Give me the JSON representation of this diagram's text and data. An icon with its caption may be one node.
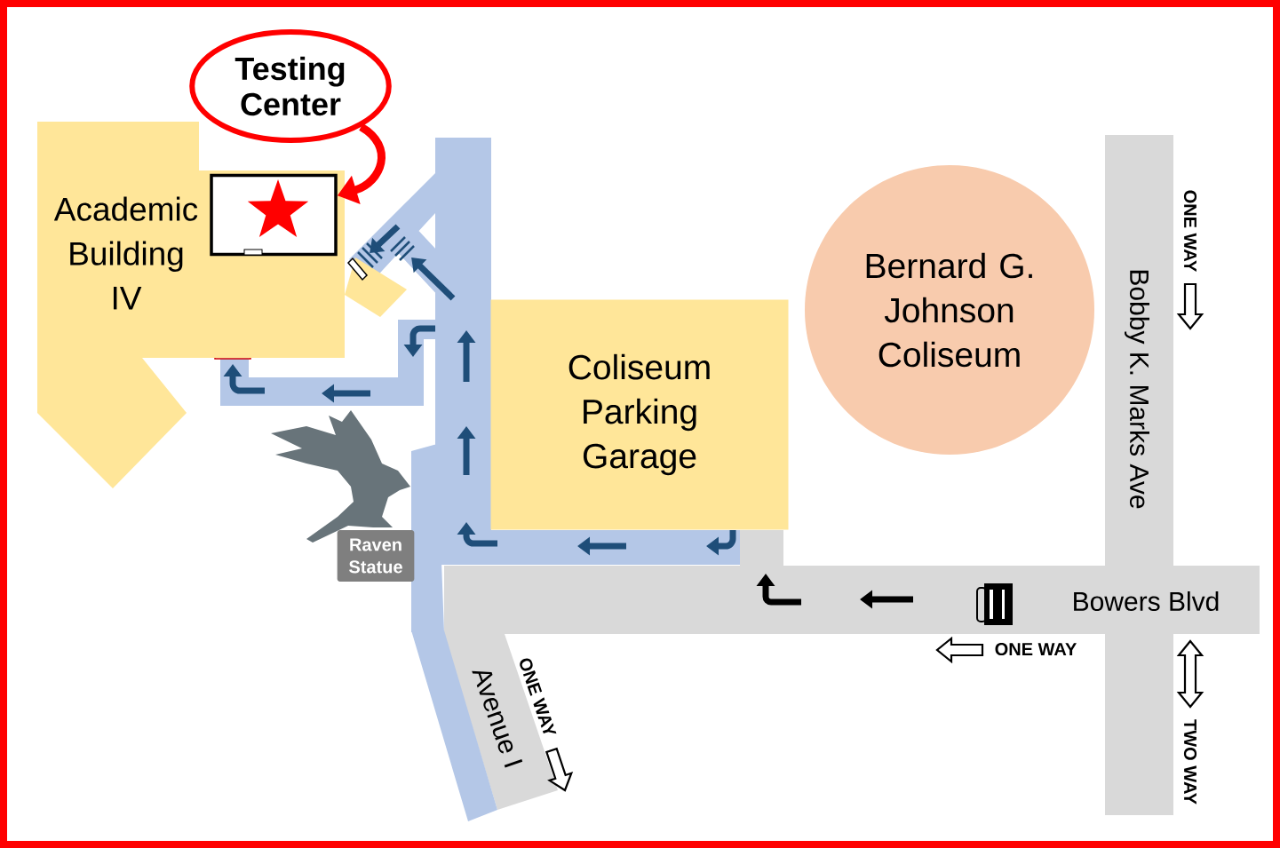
{
  "diagram": {
    "nodes": [
      {
        "text": [
          "Testing Center"
        ]
      },
      {
        "text": [
          "Academic Building IV"
        ]
      },
      {
        "text": [],
        "shape": "box",
        "in": 1
      },
      {
        "text": [
          "Coliseum Parking Garage"
        ]
      },
      {
        "text": [
          "Bernard G. Johnson Coliseum"
        ]
      },
      {
        "text": [
          "Raven Statue"
        ]
      }
    ],
    "edges": [
      {
        "from": 0,
        "to": 2,
        "arrow": "to",
        "color": "#ff0000"
      }
    ],
    "labels": [
      "ONE WAY",
      "Bobby K. Marks Ave",
      "Bowers Blvd",
      "ONE WAY",
      "ONE WAY",
      "Avenue I",
      "TWO WAY"
    ]
  }
}
